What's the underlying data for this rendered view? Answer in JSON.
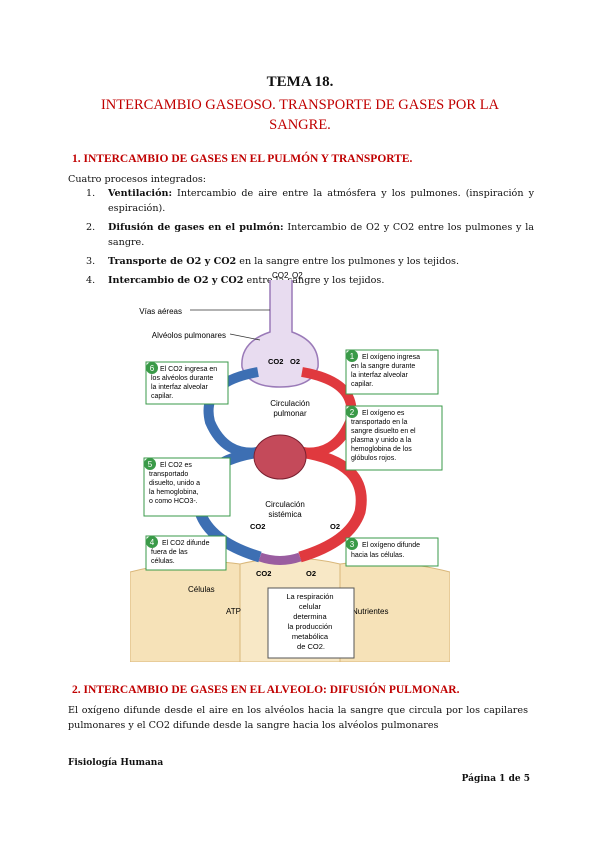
{
  "header": {
    "title": "TEMA 18.",
    "subtitle": "INTERCAMBIO GASEOSO. TRANSPORTE DE GASES POR LA SANGRE."
  },
  "section1": {
    "heading": "1. INTERCAMBIO DE GASES EN EL PULMÓN Y TRANSPORTE.",
    "intro": "Cuatro procesos integrados:",
    "items": [
      {
        "num": "1.",
        "bold": "Ventilación:",
        "text": " Intercambio de aire entre la atmósfera y los pulmones. (inspiración y espiración)."
      },
      {
        "num": "2.",
        "bold": "Difusión de gases en el pulmón:",
        "text": " Intercambio de O2 y CO2 entre los pulmones y la sangre."
      },
      {
        "num": "3.",
        "bold": "Transporte de O2 y CO2",
        "text": " en la sangre entre los pulmones y los tejidos."
      },
      {
        "num": "4.",
        "bold": "Intercambio de O2 y CO2",
        "text": " entre la sangre y los tejidos."
      }
    ]
  },
  "figure": {
    "top_co2": "CO2",
    "top_o2": "O2",
    "vias": "Vías aéreas",
    "alveolos": "Alvéolos pulmonares",
    "circ_pulm": [
      "Circulación",
      "pulmonar"
    ],
    "circ_sist": [
      "Circulación",
      "sistémica"
    ],
    "celulas": "Células",
    "atp": "ATP",
    "nutrientes": "Nutrientes",
    "resp": [
      "La respiración",
      "celular",
      "determina",
      "la producción",
      "metabólica",
      "de CO2."
    ],
    "box1": [
      "El oxígeno ingresa",
      "en la sangre durante",
      "la interfaz alveolar",
      "capilar."
    ],
    "box2": [
      "El oxígeno es",
      "transportado en la",
      "sangre disuelto en el",
      "plasma y unido a la",
      "hemoglobina de los",
      "glóbulos rojos."
    ],
    "box3": [
      "El oxígeno difunde",
      "hacia las células."
    ],
    "box4": [
      "El CO2 difunde",
      "fuera de las",
      "células."
    ],
    "box5": [
      "El CO2 es",
      "transportado",
      "disuelto, unido a",
      "la hemoglobina,",
      "o como HCO3-."
    ],
    "box6": [
      "El CO2 ingresa en",
      "los alvéolos durante",
      "la interfaz alveolar",
      "capilar."
    ],
    "nums": [
      "1",
      "2",
      "3",
      "4",
      "5",
      "6"
    ],
    "labels": {
      "co2": "CO2",
      "o2": "O2"
    },
    "colors": {
      "red": "#e0393e",
      "blue": "#3d6fb3",
      "green": "#3a9a48",
      "cell": "#f6e2b8"
    }
  },
  "section2": {
    "heading": "2. INTERCAMBIO DE GASES EN EL ALVEOLO: DIFUSIÓN PULMONAR.",
    "text": "El oxígeno difunde desde el aire en los alvéolos hacia la sangre que circula por los capilares pulmonares y el CO2 difunde desde la sangre hacia los alvéolos pulmonares"
  },
  "footer": {
    "left": "Fisiología Humana",
    "right": "Página 1 de 5"
  }
}
